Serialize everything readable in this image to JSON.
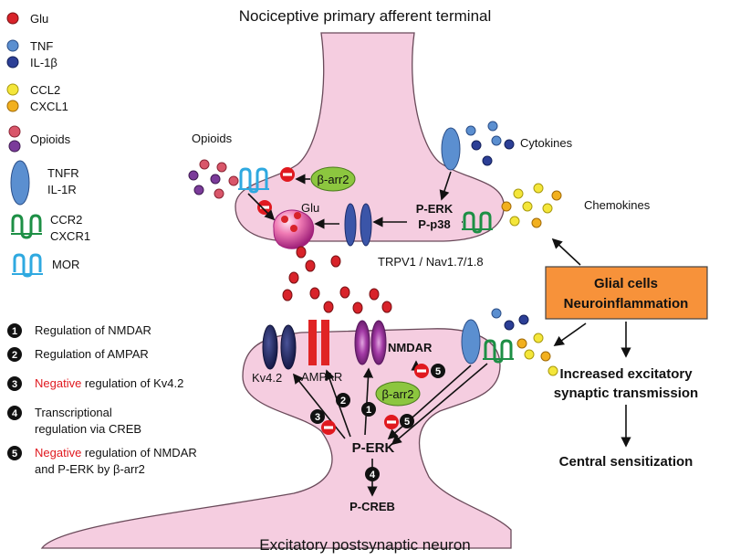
{
  "titles": {
    "top": "Nociceptive primary afferent terminal",
    "bottom": "Excitatory postsynaptic neuron"
  },
  "legend": {
    "glu": "Glu",
    "tnf": "TNF",
    "il1b": "IL-1β",
    "ccl2": "CCL2",
    "cxcl1": "CXCL1",
    "opioids": "Opioids",
    "tnfr": "TNFR",
    "il1r": "IL-1R",
    "ccr2": "CCR2",
    "cxcr1": "CXCR1",
    "mor": "MOR"
  },
  "presynaptic": {
    "opioids": "Opioids",
    "barr2": "β-arr2",
    "glu": "Glu",
    "perk": "P-ERK",
    "pp38": "P-p38",
    "cytokines": "Cytokines",
    "chemokines": "Chemokines",
    "channels": "TRPV1 / Nav1.7/1.8"
  },
  "glial": {
    "line1": "Glial cells",
    "line2": "Neuroinflammation",
    "color": "#f7923a"
  },
  "outcomes": {
    "inc1": "Increased excitatory",
    "inc2": "synaptic transmission",
    "central": "Central sensitization"
  },
  "postsynaptic": {
    "kv42": "Kv4.2",
    "ampar": "AMPAR",
    "nmdar": "NMDAR",
    "barr2": "β-arr2",
    "perk": "P-ERK",
    "pcreb": "P-CREB"
  },
  "numbered": [
    {
      "num": "1",
      "neg": "",
      "text": "Regulation of NMDAR",
      "text2": ""
    },
    {
      "num": "2",
      "neg": "",
      "text": "Regulation of AMPAR",
      "text2": ""
    },
    {
      "num": "3",
      "neg": "Negative",
      "text": " regulation of Kv4.2",
      "text2": ""
    },
    {
      "num": "4",
      "neg": "",
      "text": "Transcriptional",
      "text2": "regulation via CREB"
    },
    {
      "num": "5",
      "neg": "Negative",
      "text": " regulation of NMDAR",
      "text2": "and P-ERK by β-arr2"
    }
  ],
  "marker_labels": [
    "1",
    "2",
    "3",
    "4",
    "5",
    "5"
  ],
  "colors": {
    "membrane": "#f5cde0",
    "membrane_stroke": "#6a4a5a",
    "glu": "#d8232a",
    "tnf": "#5b8fd0",
    "il1b": "#2c3f96",
    "ccl2": "#f4e63a",
    "cxcl1": "#f2b01e",
    "opioid_red": "#d9566a",
    "opioid_purple": "#7b3b9a",
    "receptor_blue": "#5b8fd0",
    "ccr_green": "#1d8f45",
    "mor_cyan": "#2fa9e0",
    "barr2_green": "#8cc63f",
    "channel_blue": "#3b55a8",
    "kv_navy": "#23285e",
    "ampar_red": "#e02424",
    "nmdar_purple": "#9c2f9e",
    "negative_red": "#e0191f"
  }
}
